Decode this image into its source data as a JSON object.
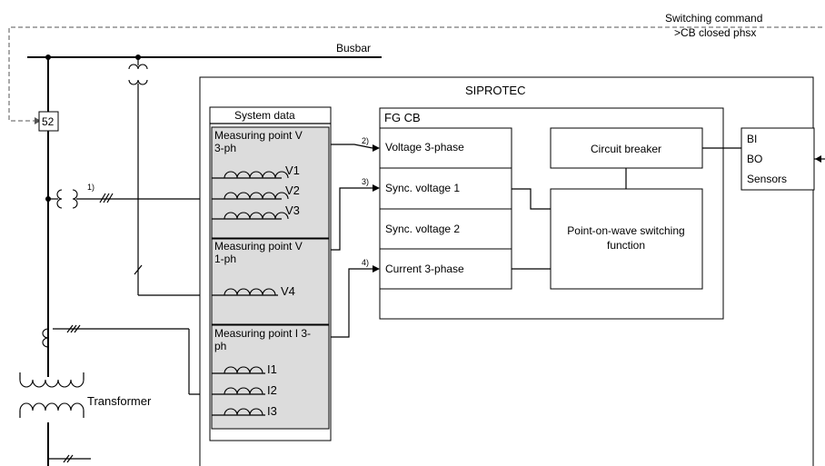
{
  "labels": {
    "switching_command_line1": "Switching command",
    "switching_command_line2": ">CB closed phsx",
    "busbar": "Busbar",
    "cb_number": "52",
    "siprotec": "SIPROTEC",
    "system_data": "System data",
    "fg_cb": "FG CB",
    "transformer": "Transformer"
  },
  "measuring_points": [
    {
      "line1": "Measuring point V",
      "line2": "3-ph",
      "windings": [
        "V1",
        "V2",
        "V3"
      ]
    },
    {
      "line1": "Measuring point V",
      "line2": "1-ph",
      "windings": [
        "V4"
      ]
    },
    {
      "line1": "Measuring point I 3-",
      "line2": "ph",
      "windings": [
        "I1",
        "I2",
        "I3"
      ]
    }
  ],
  "fg_cb_rows": [
    "Voltage 3-phase",
    "Sync. voltage 1",
    "Sync. voltage 2",
    "Current 3-phase"
  ],
  "circuit_breaker_label": "Circuit breaker",
  "pow_function": {
    "line1": "Point-on-wave switching",
    "line2": "function"
  },
  "io_box": [
    "BI",
    "BO",
    "Sensors"
  ],
  "footnotes": [
    "1)",
    "2)",
    "3)",
    "4)"
  ]
}
